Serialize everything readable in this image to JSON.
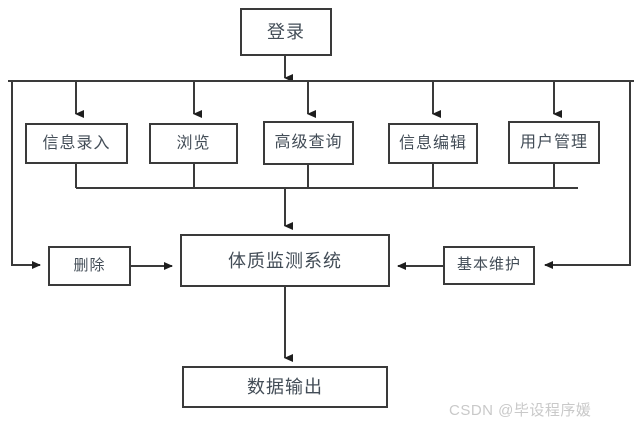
{
  "diagram": {
    "type": "flowchart",
    "title_node": {
      "label": "登录"
    },
    "feature_nodes": [
      {
        "label": "信息录入"
      },
      {
        "label": "浏览"
      },
      {
        "label": "高级查询"
      },
      {
        "label": "信息编辑"
      },
      {
        "label": "用户管理"
      }
    ],
    "left_node": {
      "label": "删除"
    },
    "center_node": {
      "label": "体质监测系统"
    },
    "right_node": {
      "label": "基本维护"
    },
    "output_node": {
      "label": "数据输出"
    }
  },
  "watermark": {
    "text": "CSDN @毕设程序媛"
  },
  "colors": {
    "box_border": "#3a3a3a",
    "line": "#3a3a3a",
    "text": "#434d57",
    "background": "#ffffff",
    "watermark": "#c9c9c9"
  }
}
